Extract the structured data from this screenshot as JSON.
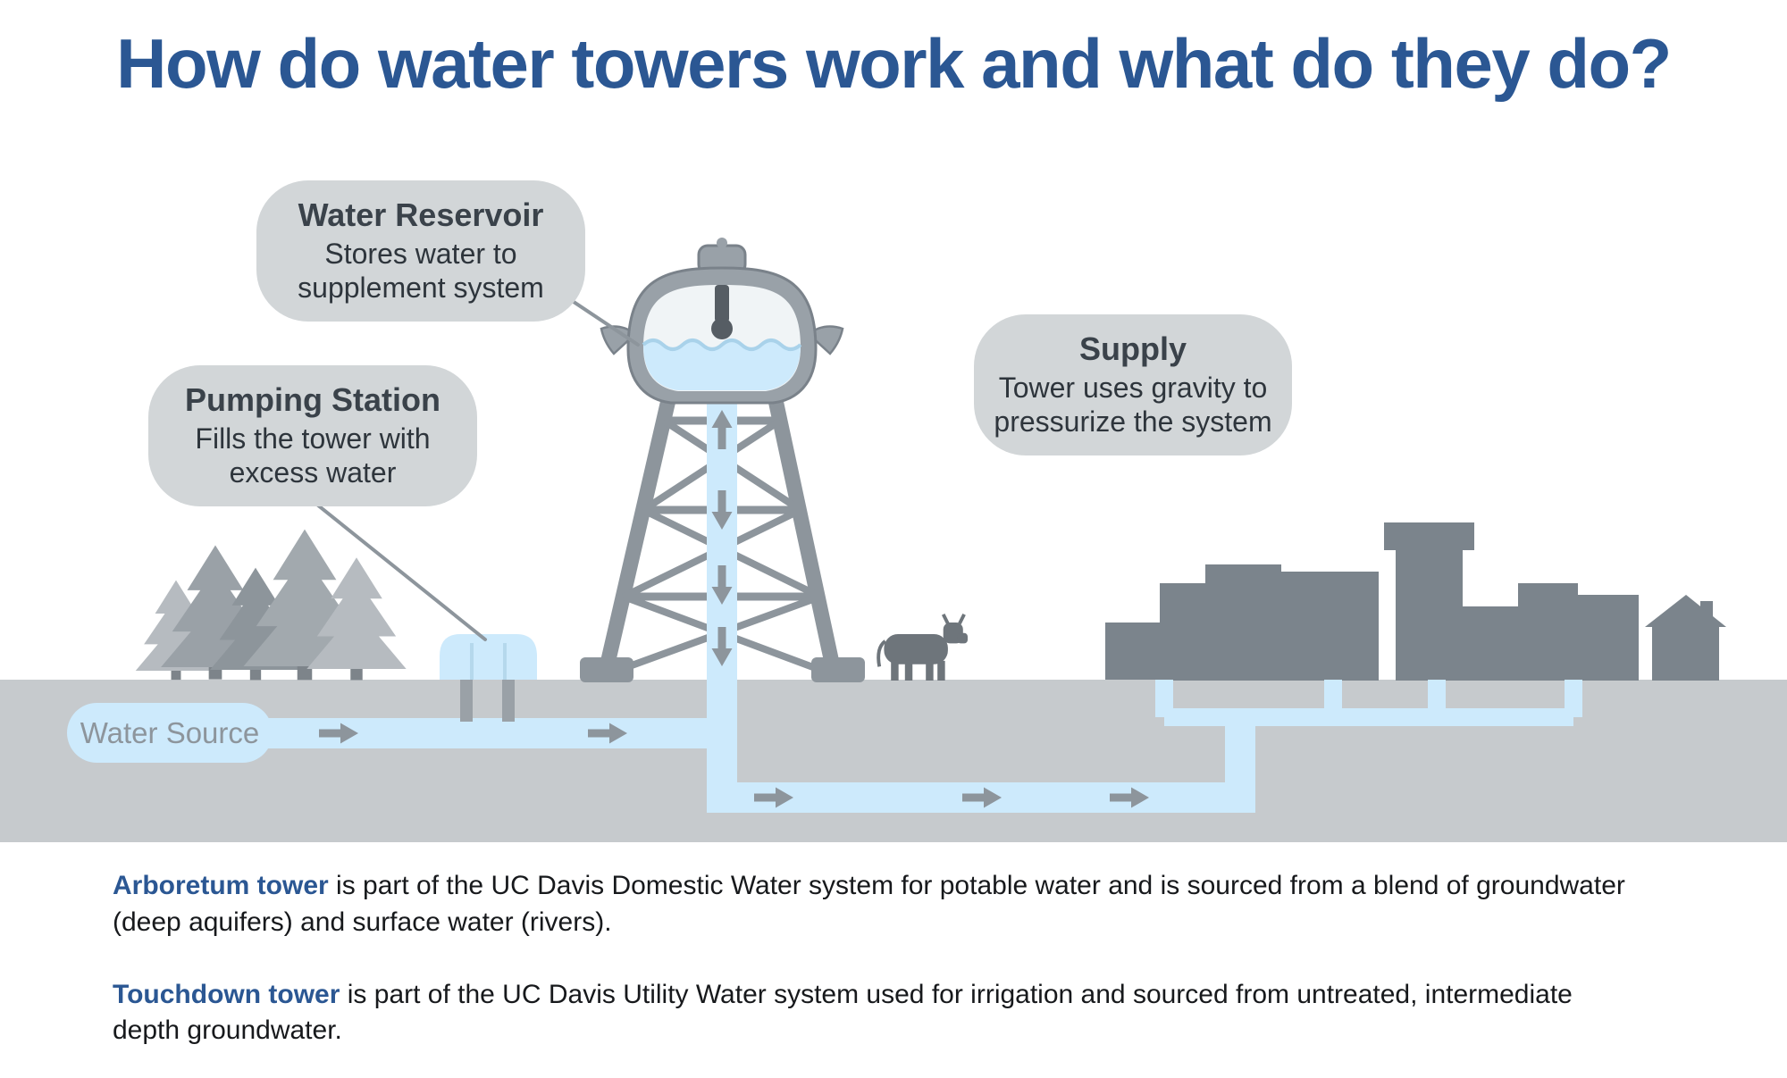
{
  "title": "How do water towers work and what do they do?",
  "callouts": {
    "reservoir": {
      "title": "Water Reservoir",
      "body": "Stores water to supplement system"
    },
    "pumping": {
      "title": "Pumping Station",
      "body": "Fills the tower with excess water"
    },
    "supply": {
      "title": "Supply",
      "body": "Tower uses gravity to pressurize the system"
    }
  },
  "labels": {
    "water_source": "Water Source"
  },
  "paragraphs": [
    {
      "lead": "Arboretum tower",
      "rest": " is part of the UC Davis Domestic Water system for potable water and is sourced from a blend of groundwater (deep aquifers) and surface water (rivers)."
    },
    {
      "lead": "Touchdown tower",
      "rest": " is part of the UC Davis Utility Water system used for irrigation and sourced from untreated, intermediate depth groundwater."
    }
  ],
  "colors": {
    "title_blue": "#2b5793",
    "lead_blue": "#2b5793",
    "callout_bg": "#d2d6d8",
    "water_blue": "#cdeafc",
    "ground_gray": "#c6cacd",
    "structure_gray": "#8d959c",
    "city_gray": "#7b848c"
  },
  "diagram": {
    "elements": [
      "pine-trees",
      "water-source",
      "pumping-station",
      "water-tower",
      "underground-pipes",
      "flow-arrows",
      "cow",
      "city-skyline"
    ]
  }
}
